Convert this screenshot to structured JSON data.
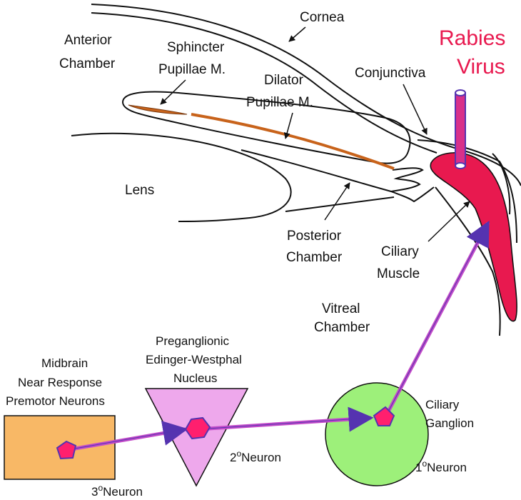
{
  "colors": {
    "outline": "#111111",
    "muscle": "#e8194f",
    "virus_label": "#e8194f",
    "virus_tube": "#d8308a",
    "arrow_path": "#c24bc8",
    "neuron_fill": "#ff1f6e",
    "neuron_stroke": "#5533b0",
    "premotor_box": "#f8b866",
    "ew_triangle": "#eea8ec",
    "ganglion_circle": "#9df07a",
    "iris_muscle": "#c8631b"
  },
  "labels": {
    "cornea": "Cornea",
    "anterior_chamber": [
      "Anterior",
      "Chamber"
    ],
    "sphincter": [
      "Sphincter",
      "Pupillae M."
    ],
    "dilator": [
      "Dilator",
      "Pupillae M."
    ],
    "conjunctiva": "Conjunctiva",
    "rabies": [
      "Rabies",
      "Virus"
    ],
    "lens": "Lens",
    "posterior_chamber": [
      "Posterior",
      "Chamber"
    ],
    "ciliary_muscle": [
      "Ciliary",
      "Muscle"
    ],
    "vitreal_chamber": [
      "Vitreal",
      "Chamber"
    ],
    "preganglionic": [
      "Preganglionic",
      "Edinger-Westphal",
      "Nucleus"
    ],
    "midbrain": [
      "Midbrain",
      "Near Response",
      "Premotor Neurons"
    ],
    "ciliary_ganglion": [
      "Ciliary",
      "Ganglion"
    ],
    "neuron_word": "Neuron",
    "neuron_1": "1",
    "neuron_2": "2",
    "neuron_3": "3",
    "degree": "o"
  }
}
